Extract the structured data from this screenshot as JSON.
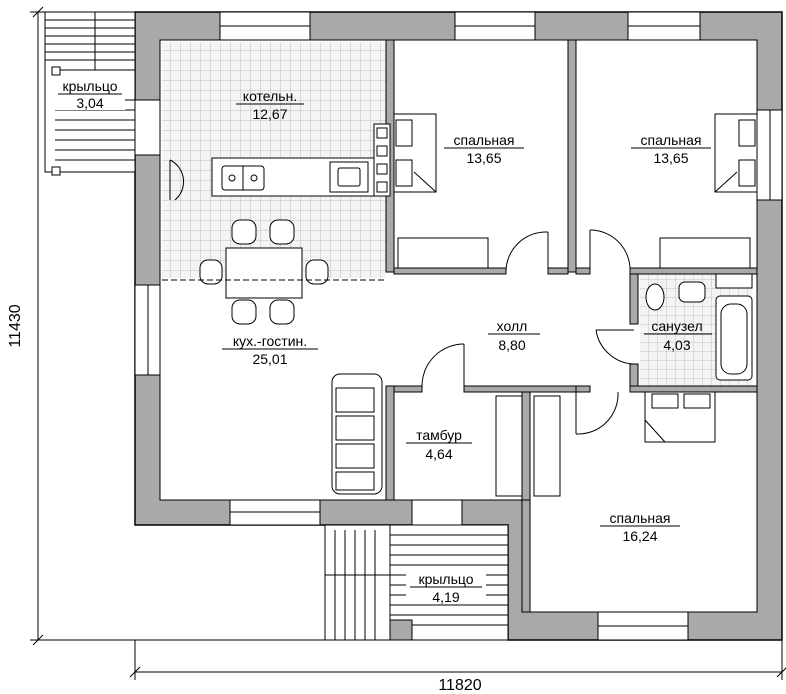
{
  "rooms": {
    "boiler": {
      "name": "котельн.",
      "area": "12,67"
    },
    "bedroom1": {
      "name": "спальная",
      "area": "13,65"
    },
    "bedroom2": {
      "name": "спальная",
      "area": "13,65"
    },
    "kitchen": {
      "name": "кух.-гостин.",
      "area": "25,01"
    },
    "hall": {
      "name": "холл",
      "area": "8,80"
    },
    "bathroom": {
      "name": "санузел",
      "area": "4,03"
    },
    "vestibule": {
      "name": "тамбур",
      "area": "4,64"
    },
    "bedroom3": {
      "name": "спальная",
      "area": "16,24"
    },
    "porch1": {
      "name": "крыльцо",
      "area": "3,04"
    },
    "porch2": {
      "name": "крыльцо",
      "area": "4,19"
    }
  },
  "dimensions": {
    "width": "11820",
    "height": "11430"
  },
  "colors": {
    "wall": "#a9a9a9",
    "line": "#000000",
    "tile": "#cfcfcf"
  }
}
